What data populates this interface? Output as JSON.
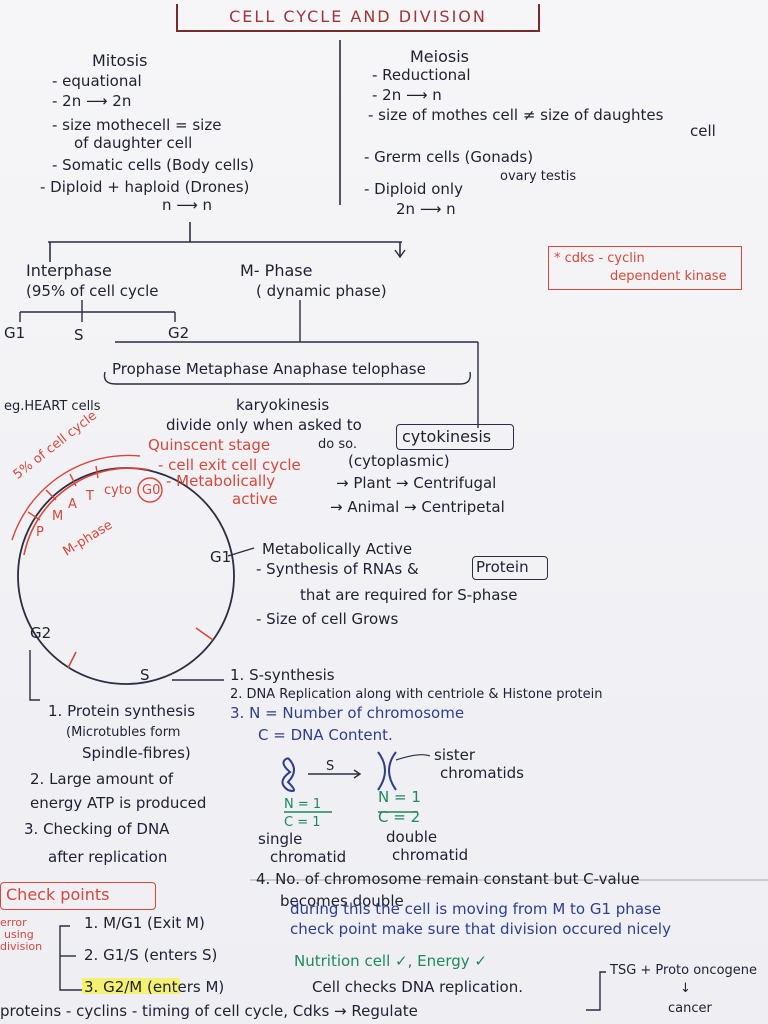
{
  "title": "CELL CYCLE AND DIVISION",
  "mitosis": {
    "heading": "Mitosis",
    "points": [
      "- equational",
      "- 2n ⟶ 2n",
      "- size mothecell = size",
      "of daughter cell",
      "- Somatic cells (Body cells)",
      "- Diploid + haploid (Drones)",
      "n ⟶ n"
    ]
  },
  "meiosis": {
    "heading": "Meiosis",
    "points": [
      "- Reductional",
      "- 2n ⟶ n",
      "- size of mothes cell ≠ size of daughtes",
      "cell",
      "- Grerm cells (Gonads)",
      "ovary  testis",
      "- Diploid only",
      "2n ⟶ n"
    ]
  },
  "cdks_note": [
    "* cdks - cyclin",
    "dependent kinase"
  ],
  "interphase": {
    "label": "Interphase",
    "sub": "(95% of cell cycle",
    "stages": [
      "G1",
      "S",
      "G2"
    ]
  },
  "mphase": {
    "label": "M- Phase",
    "sub": "( dynamic phase)"
  },
  "mphase_stages": "Prophase  Metaphase  Anaphase  telophase",
  "karyokinesis": "karyokinesis",
  "example": "eg.HEART cells",
  "g0_notes": [
    "divide only when asked to",
    "do so.",
    "Quinscent stage",
    "- cell exit cell cycle",
    "- Metabolically",
    "active"
  ],
  "cytokinesis": {
    "label": "cytokinesis",
    "sub": "(cytoplasmic)",
    "plant": "→ Plant → Centrifugal",
    "animal": "→ Animal → Centripetal"
  },
  "cycle_labels": {
    "outer": "5% of cell cycle",
    "m_phase": "M-phase",
    "segments": [
      "P",
      "M",
      "A",
      "T",
      "cyto"
    ],
    "g0": "G0",
    "g1": "G1",
    "g2": "G2",
    "s": "S"
  },
  "g1_notes": [
    "Metabolically Active",
    "- Synthesis of RNAs &",
    "Protein",
    "that are required for S-phase",
    "- Size of cell Grows"
  ],
  "s_notes": [
    "1. S-synthesis",
    "2. DNA Replication along with centriole & Histone protein",
    "3. N = Number of chromosome",
    "C = DNA Content."
  ],
  "g2_notes": [
    "1. Protein synthesis",
    "(Microtubles form",
    "Spindle-fibres)",
    "2. Large amount of",
    "energy ATP is produced",
    "3. Checking of DNA",
    "after replication"
  ],
  "chromatid": {
    "arrow_label": "S",
    "sister": "sister",
    "chromatids": "chromatids",
    "left_n": "N = 1",
    "left_c": "C = 1",
    "left_label1": "single",
    "left_label2": "chromatid",
    "right_n": "N = 1",
    "right_c": "C = 2",
    "right_label1": "double",
    "right_label2": "chromatid"
  },
  "note4": [
    "4. No. of chromosome remain constant but C-value",
    "becomes double"
  ],
  "checkpoints": {
    "label": "Check points",
    "side": [
      "error",
      "using",
      "division"
    ],
    "items": [
      "1. M/G1 (Exit M)",
      "2. G1/S (enters S)",
      "3. G2/M (enters M)"
    ],
    "notes": [
      "during this the cell is moving from M to G1 phase",
      "check point make sure that division occured nicely",
      "Nutrition cell ✓, Energy ✓",
      "Cell checks DNA replication."
    ]
  },
  "tsg": [
    "TSG + Proto oncogene",
    "↓",
    "cancer"
  ],
  "bottom_line": "proteins - cyclins - timing of cell cycle, Cdks → Regulate"
}
